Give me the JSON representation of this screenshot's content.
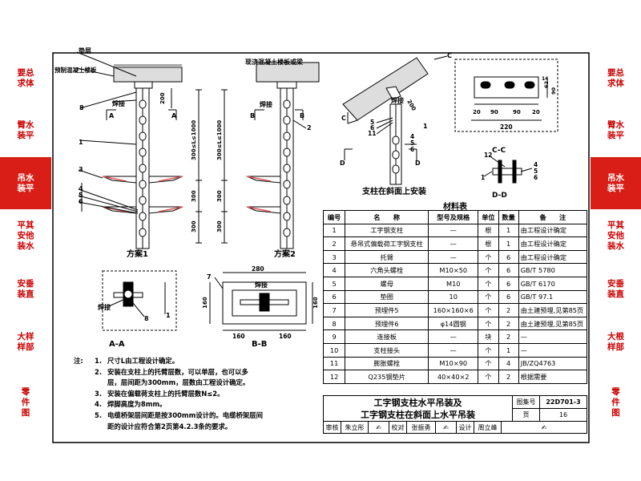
{
  "left_tabs": [
    {
      "label": "要总\n求体",
      "active": false
    },
    {
      "label": "臂水\n装平",
      "active": false
    },
    {
      "label": "吊水\n装平",
      "active": true
    },
    {
      "label": "平其\n安他\n装水",
      "active": false
    },
    {
      "label": "安垂\n装直",
      "active": false
    },
    {
      "label": "大样\n样部",
      "active": false
    },
    {
      "label": "零\n件\n图",
      "active": false
    }
  ],
  "right_tabs": [
    {
      "label": "要总\n求体",
      "active": false
    },
    {
      "label": "臂水\n装平",
      "active": false
    },
    {
      "label": "吊水\n装平",
      "active": true
    },
    {
      "label": "平其\n安他\n装水",
      "active": false
    },
    {
      "label": "安垂\n装直",
      "active": false
    },
    {
      "label": "大根\n样部",
      "active": false
    },
    {
      "label": "零\n件\n图",
      "active": false
    }
  ],
  "drawing": {
    "label_cushion": "垫层",
    "label_slab": "预制混凝土楼板",
    "label_cast_slab": "现浇混凝土楼板或梁",
    "label_weld": "焊接",
    "label_weld2": "焊接",
    "label_weld3": "焊接",
    "label_weld4": "焊接",
    "dim_200": "200",
    "dim_300_l_1000": "300≤L≤1000",
    "dim_300": "300",
    "caption_plan1": "方案1",
    "caption_plan2": "方案2",
    "caption_slope": "支柱在斜面上安装",
    "caption_aa": "A-A",
    "caption_bb": "B-B",
    "caption_cc": "C-C",
    "caption_dd": "D-D",
    "dim_280": "280",
    "dim_160": "160",
    "dim_220": "220",
    "dim_20": "20",
    "dim_90": "90",
    "dim_62": "62",
    "dim_14": "14"
  },
  "materials": {
    "title": "材料表",
    "headers": [
      "编号",
      "名　　称",
      "型号及规格",
      "单位",
      "数量",
      "备　　注"
    ],
    "rows": [
      [
        "1",
        "工字钢支柱",
        "—",
        "根",
        "1",
        "由工程设计确定"
      ],
      [
        "2",
        "悬吊式偏载荷工字钢支柱",
        "—",
        "根",
        "1",
        "由工程设计确定"
      ],
      [
        "3",
        "托臂",
        "—",
        "个",
        "6",
        "由工程设计确定"
      ],
      [
        "4",
        "六角头螺栓",
        "M10×50",
        "个",
        "6",
        "GB/T 5780"
      ],
      [
        "5",
        "螺母",
        "M10",
        "个",
        "6",
        "GB/T 6170"
      ],
      [
        "6",
        "垫圈",
        "10",
        "个",
        "6",
        "GB/T 97.1"
      ],
      [
        "7",
        "预埋件5",
        "160×160×6",
        "个",
        "2",
        "由土建预埋,见第85页"
      ],
      [
        "8",
        "预埋件6",
        "φ14圆钢",
        "个",
        "2",
        "由土建预埋,见第85页"
      ],
      [
        "9",
        "连接板",
        "—",
        "块",
        "2",
        "—"
      ],
      [
        "10",
        "支柱接头",
        "—",
        "个",
        "1",
        "—"
      ],
      [
        "11",
        "膨胀螺栓",
        "M10×90",
        "个",
        "4",
        "JB/ZQ4763"
      ],
      [
        "12",
        "Q235钢垫片",
        "40×40×2",
        "个",
        "2",
        "根据需要"
      ]
    ]
  },
  "notes": {
    "label": "注:",
    "items": [
      {
        "n": "1.",
        "text": "尺寸L由工程设计确定。"
      },
      {
        "n": "2.",
        "text": "安装在支柱上的托臂层数，可以单层，也可以多"
      },
      {
        "n": "",
        "text": "层，层间距为300mm，层数由工程设计确定。"
      },
      {
        "n": "3.",
        "text": "安装在偏载荷支柱上的托臂层数N≤2。"
      },
      {
        "n": "4.",
        "text": "焊脚高度为8mm。"
      },
      {
        "n": "5.",
        "text": "电缆桥架层间距是按300mm设计的。电缆桥架层间"
      },
      {
        "n": "",
        "text": "距的设计应符合第2页第4.2.3条的要求。"
      }
    ]
  },
  "title_block": {
    "title_line1": "工字钢支柱水平吊装及",
    "title_line2": "工字钢支柱在斜面上水平吊装",
    "atlas_label": "图集号",
    "atlas_no": "22D701-3",
    "page_label": "页",
    "page_no": "16",
    "review_label": "审核",
    "reviewer": "朱立彤",
    "check_label": "校对",
    "checker": "张振勇",
    "design_label": "设计",
    "designer": "周立峰"
  }
}
